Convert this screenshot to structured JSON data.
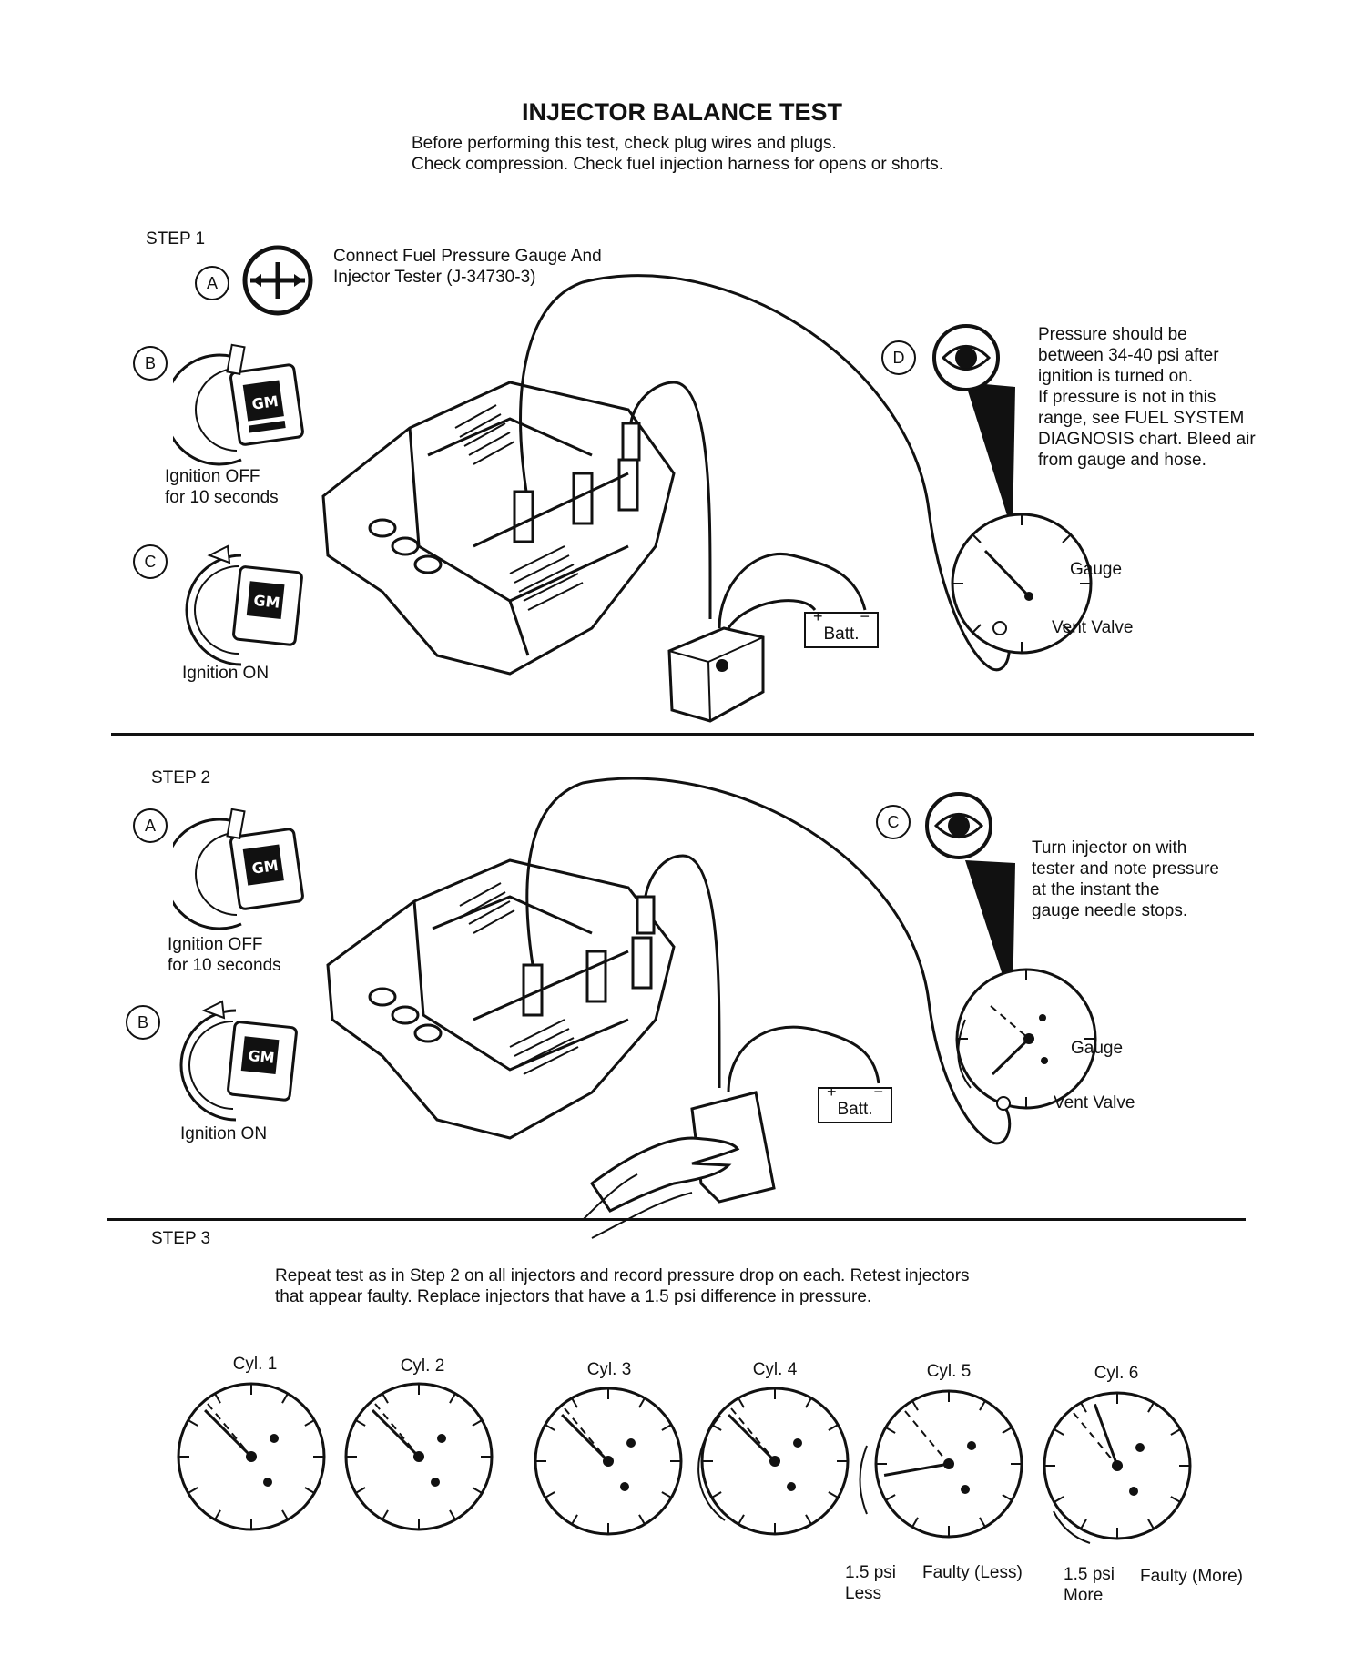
{
  "title": "INJECTOR BALANCE TEST",
  "intro": {
    "line1": "Before performing this test, check plug wires and plugs.",
    "line2": "Check compression. Check fuel injection harness for opens or shorts."
  },
  "step1": {
    "label": "STEP 1",
    "a_letter": "A",
    "a_text_line1": "Connect Fuel Pressure Gauge And",
    "a_text_line2": "Injector Tester (J-34730-3)",
    "b_letter": "B",
    "b_text_line1": "Ignition OFF",
    "b_text_line2": "for 10 seconds",
    "c_letter": "C",
    "c_text": "Ignition ON",
    "d_letter": "D",
    "d_text": [
      "Pressure should be",
      "between 34-40 psi after",
      "ignition is turned on.",
      "If pressure is not in this",
      "range, see FUEL SYSTEM",
      "DIAGNOSIS chart. Bleed air",
      "from gauge and hose."
    ],
    "gauge_label": "Gauge",
    "vent_label": "Vent Valve",
    "batt_label": "Batt.",
    "batt_plus": "+",
    "batt_minus": "−"
  },
  "step2": {
    "label": "STEP 2",
    "a_letter": "A",
    "a_text_line1": "Ignition OFF",
    "a_text_line2": "for 10 seconds",
    "b_letter": "B",
    "b_text": "Ignition ON",
    "c_letter": "C",
    "c_text": [
      "Turn injector on with",
      "tester and note pressure",
      "at the instant the",
      "gauge needle stops."
    ],
    "gauge_label": "Gauge",
    "vent_label": "Vent Valve",
    "batt_label": "Batt.",
    "batt_plus": "+",
    "batt_minus": "−"
  },
  "step3": {
    "label": "STEP 3",
    "text_line1": "Repeat test as in Step 2 on all injectors and record pressure drop on each. Retest injectors",
    "text_line2": "that appear faulty. Replace injectors that have a 1.5 psi difference in pressure.",
    "cylinders": [
      "Cyl. 1",
      "Cyl. 2",
      "Cyl. 3",
      "Cyl. 4",
      "Cyl. 5",
      "Cyl. 6"
    ],
    "less_note_line1": "1.5 psi",
    "less_note_line2": "Less",
    "faulty_less": "Faulty (Less)",
    "more_note_line1": "1.5 psi",
    "more_note_line2": "More",
    "faulty_more": "Faulty (More)"
  },
  "module_logo": "GM"
}
